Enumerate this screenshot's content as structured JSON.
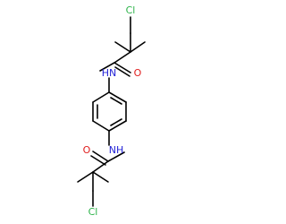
{
  "molecule": {
    "atom_labels": {
      "cl_top": "Cl",
      "nh_top": "HN",
      "o_top": "O",
      "nh_bottom": "NH",
      "o_bottom": "O",
      "cl_bottom": "Cl"
    },
    "colors": {
      "bond": "#000000",
      "chlorine": "#2db34a",
      "nitrogen": "#2323d6",
      "oxygen": "#e02020"
    }
  }
}
